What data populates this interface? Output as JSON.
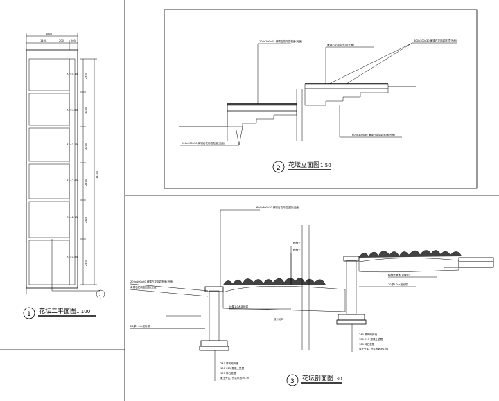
{
  "drawings": [
    {
      "number": "1",
      "title": "花坛二平面图",
      "scale": "1:100"
    },
    {
      "number": "2",
      "title": "花坛立面图",
      "scale": "1:50"
    },
    {
      "number": "3",
      "title": "花坛剖面图",
      "scale": "1:30"
    }
  ],
  "plan_labels": {
    "top_dims": [
      "1800",
      "1400",
      "200",
      "200"
    ],
    "side_dims": [
      "2500",
      "3000",
      "3000",
      "2500",
      "2500",
      "2500"
    ],
    "total": "15100",
    "marks": [
      "R2=4.15",
      "R2=3.65",
      "R2=3.15",
      "R2=2.65",
      "R2=2.15",
      "R2=1.65"
    ],
    "callout": "2"
  },
  "elevation_labels": {
    "top_left": "100x100x15 黄锈石花岗岩粗面(光面)",
    "top_mid": "黄锈石花岗岩压顶(光面)",
    "top_right": "600x300x30 黄锈石花岗岩压顶(光面)",
    "bottom_left": "200x100x50 黄锈石花岗岩贴面(光面)",
    "bottom_right": "600x300x30 黄锈石花岗岩贴面(光面)"
  },
  "section_labels": {
    "top": "600x300x30 黄锈石花岗岩压顶(光面)",
    "left1": "200x100x20 黄锈石花岗岩贴面(光面)",
    "left2": "黄锈石花岗岩贴面(光面)",
    "soil1": "种植土",
    "soil2": "种植土",
    "mid": "20厚1:3水泥砂浆",
    "plant": "种植乔灌木(见绿化)",
    "grade_left": "20厚1:2水泥砂浆",
    "grade_right": "20厚1:2水泥砂浆",
    "design": "设计地坪",
    "layers_left": [
      "240 厚砖砌体墙",
      "100 C15 混凝土垫层",
      "100 碎石垫层",
      "素土夯实, 夯实系数≥0.94"
    ],
    "layers_right": [
      "240 厚砖砌体墙",
      "100 C15 混凝土垫层",
      "100 碎石垫层",
      "素土夯实, 夯实系数≥0.94"
    ]
  }
}
